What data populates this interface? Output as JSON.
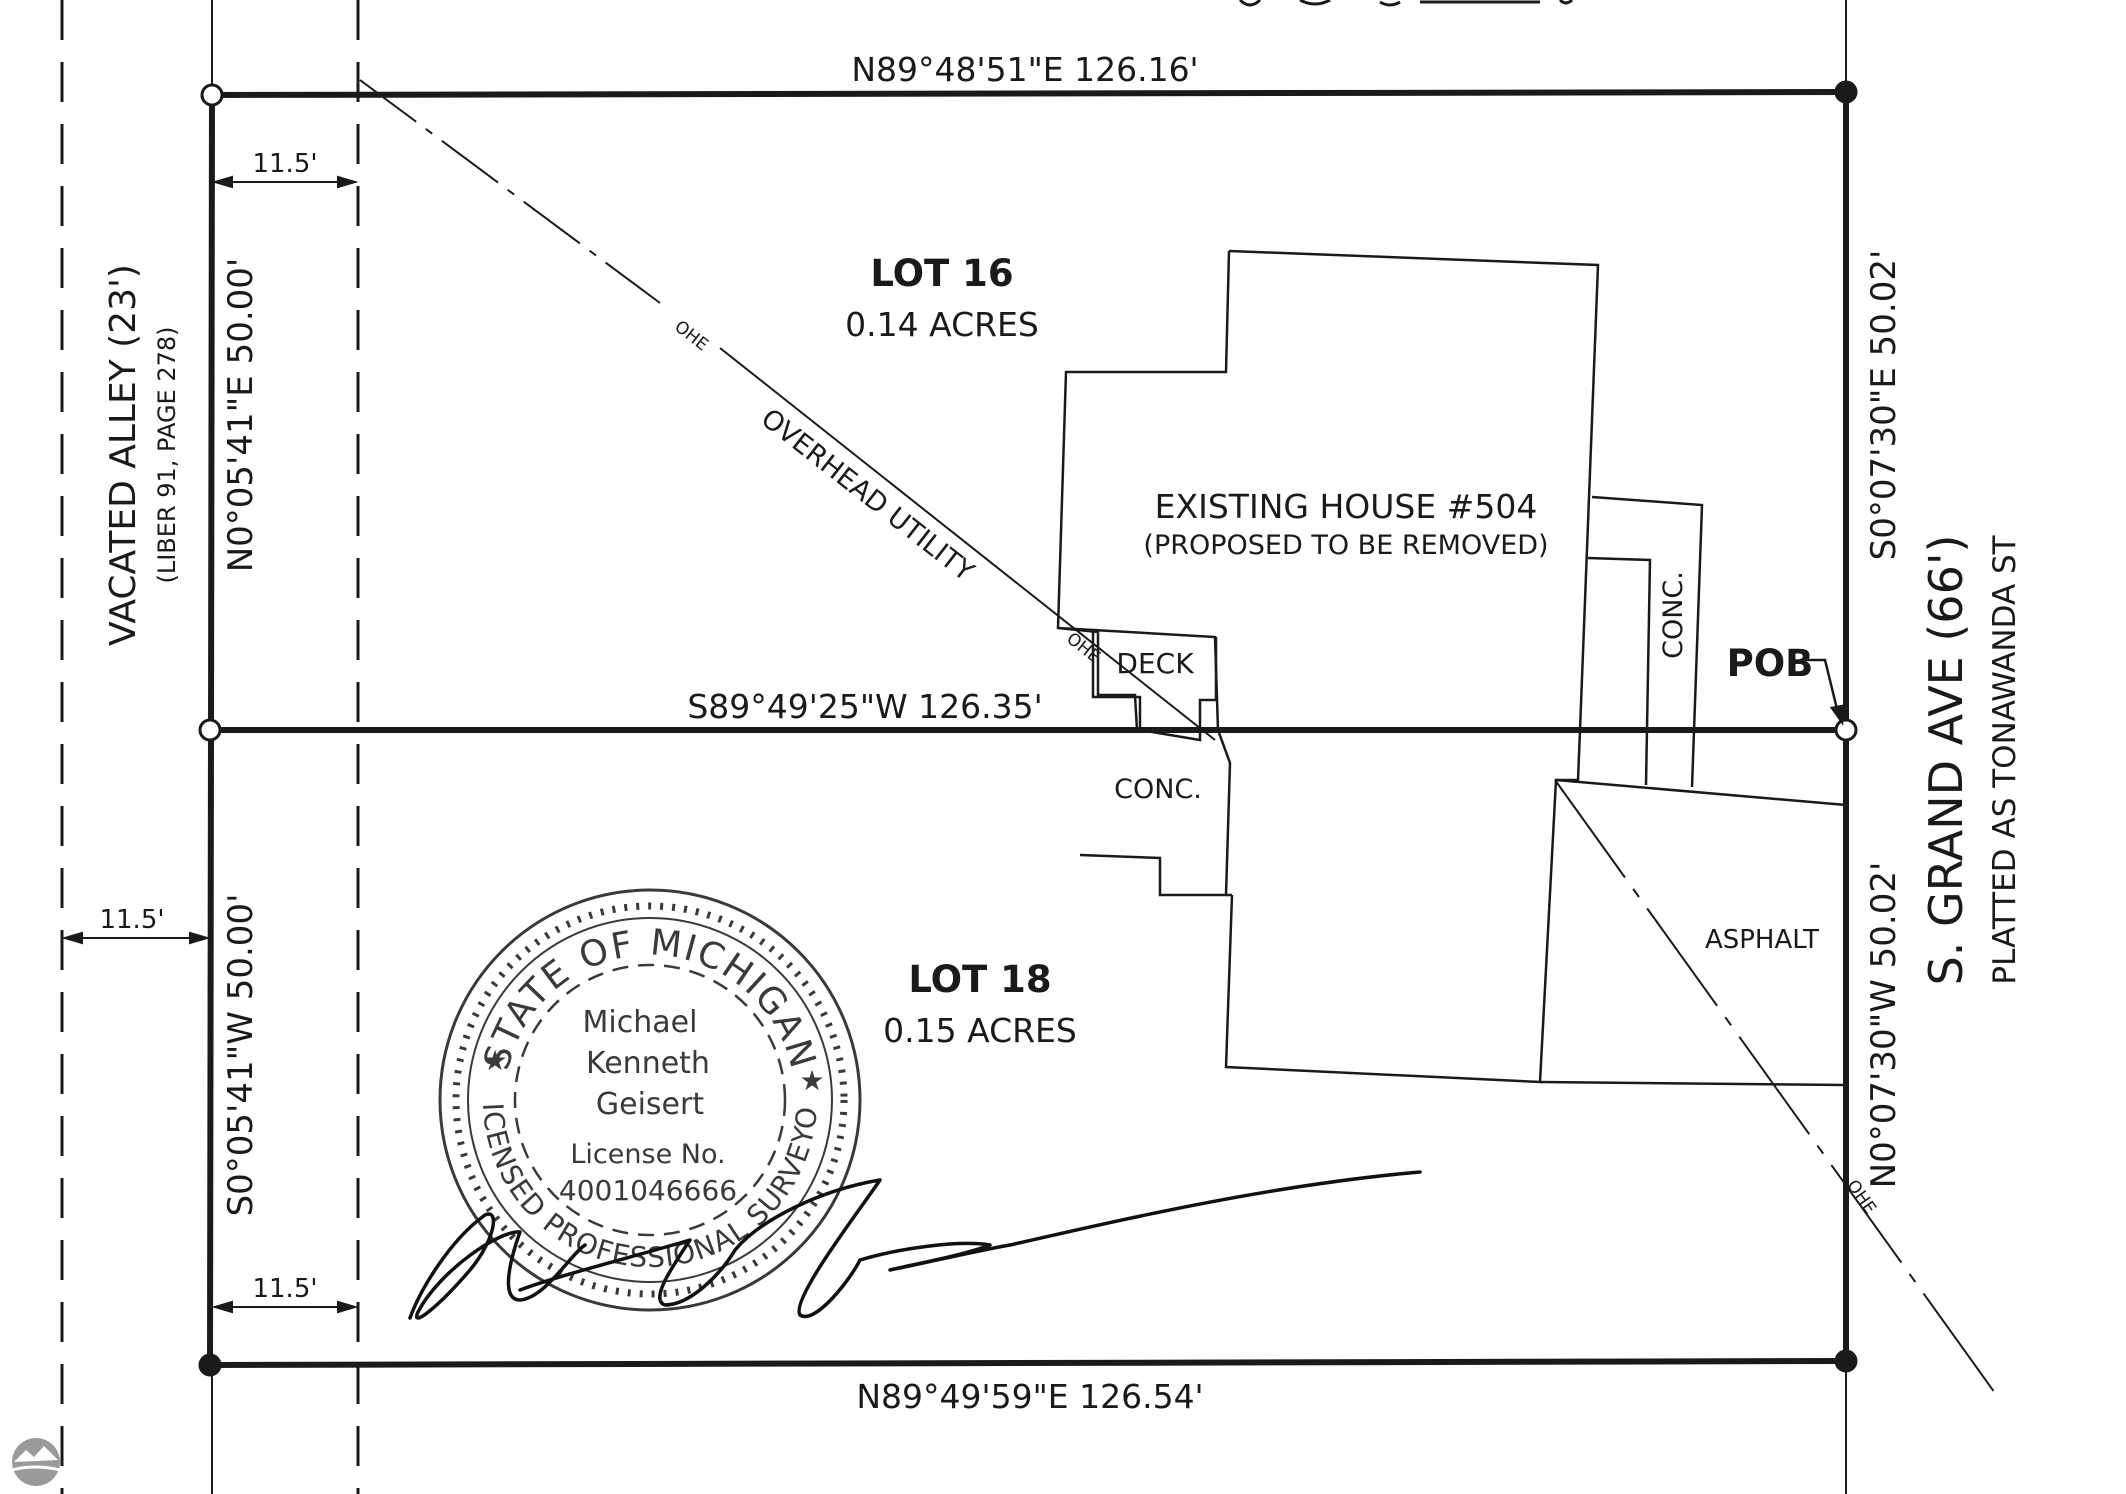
{
  "lots": [
    {
      "name": "LOT 16",
      "area": "0.14 ACRES"
    },
    {
      "name": "LOT 18",
      "area": "0.15 ACRES"
    }
  ],
  "bearings": {
    "top": "N89°48'51\"E  126.16'",
    "middle": "S89°49'25\"W  126.35'",
    "bottom": "N89°49'59\"E  126.54'",
    "west_upper": "N0°05'41\"E  50.00'",
    "west_lower": "S0°05'41\"W  50.00'",
    "east_upper": "S0°07'30\"E  50.02'",
    "east_lower": "N0°07'30\"W  50.02'"
  },
  "dimensions": {
    "upper": "11.5'",
    "middle": "11.5'",
    "lower": "11.5'"
  },
  "streets": {
    "alley_name": "VACATED ALLEY (23')",
    "alley_ref": "(LIBER 91, PAGE 278)",
    "grand_ave": "S. GRAND AVE (66')",
    "grand_ave_note": "PLATTED AS TONAWANDA ST"
  },
  "features": {
    "house_title": "EXISTING HOUSE #504",
    "house_note": "(PROPOSED TO BE REMOVED)",
    "deck": "DECK",
    "conc_right": "CONC.",
    "conc_lower": "CONC.",
    "asphalt": "ASPHALT",
    "overhead_utility": "OVERHEAD UTILITY",
    "ohe": "OHE",
    "pob": "POB"
  },
  "seal": {
    "state": "STATE OF MICHIGAN",
    "title": "LICENSED PROFESSIONAL SURVEYOR",
    "name_line1": "Michael",
    "name_line2": "Kenneth",
    "name_line3": "Geisert",
    "license_label": "License No.",
    "license_number": "4001046666"
  },
  "colors": {
    "ink": "#1a1a1a",
    "seal_ink": "#3a3a3a"
  }
}
